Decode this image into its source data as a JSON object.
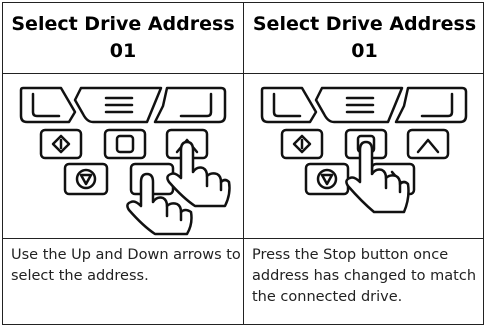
{
  "columns": [
    {
      "title": "Select Drive Address",
      "address": "01",
      "caption": "Use the Up and Down arrows to select the address."
    },
    {
      "title": "Select Drive Address",
      "address": "01",
      "caption": "Press the Stop button once address has changed to match the connected drive."
    }
  ],
  "keypad": {
    "keys": [
      "back-key",
      "menu-key",
      "enter-key",
      "start-key",
      "stop-key",
      "up-key",
      "down-key"
    ],
    "icons": [
      "hand-pointer-icon"
    ]
  }
}
